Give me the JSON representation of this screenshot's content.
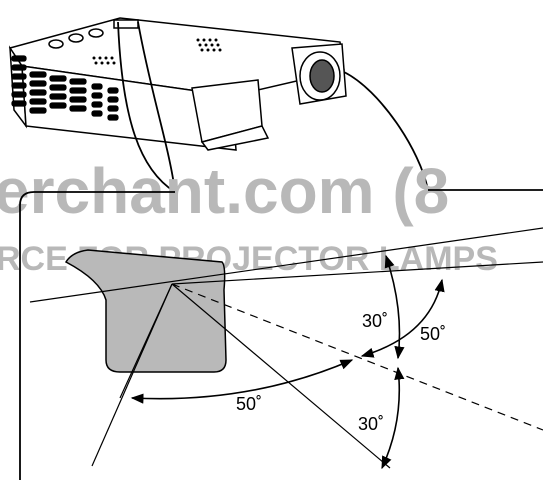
{
  "diagram": {
    "angles": {
      "vertical_upper": "30˚",
      "vertical_lower": "30˚",
      "horizontal_right": "50˚",
      "horizontal_left": "50˚"
    },
    "watermark": {
      "line1": "erchant.com (8",
      "line2": "RCE FOR PROJECTOR LAMPS"
    },
    "colors": {
      "ink": "#000000",
      "receiver_fill": "#b9b9b9",
      "watermark": "#b8b8b8"
    }
  }
}
